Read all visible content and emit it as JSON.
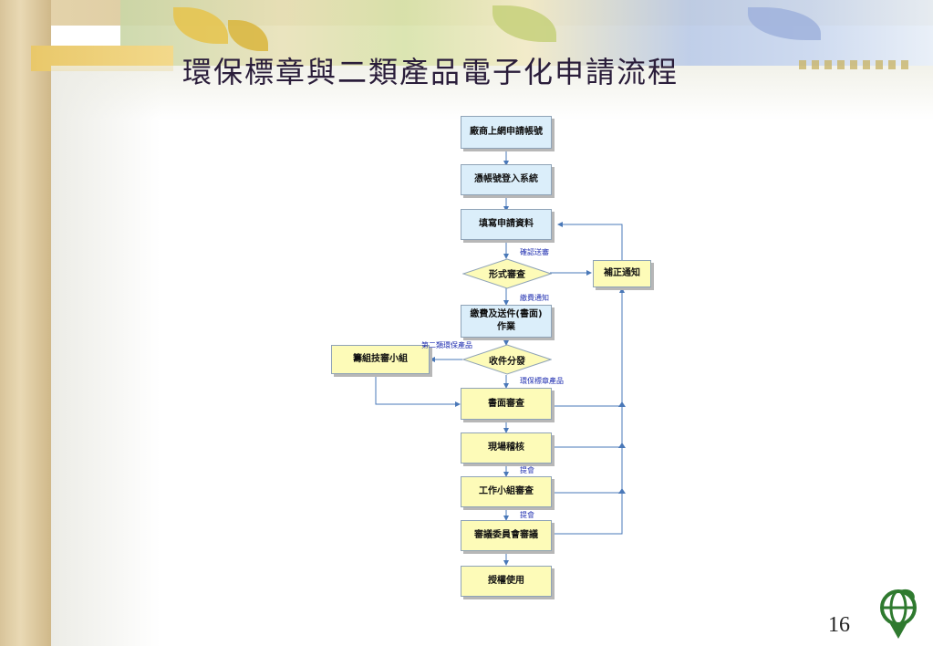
{
  "slide": {
    "title": "環保標章與二類產品電子化申請流程",
    "page_number": "16"
  },
  "flowchart": {
    "nodes": {
      "apply_account": "廠商上網申請帳號",
      "login": "憑帳號登入系統",
      "fill_form": "填寫申請資料",
      "formal_review": "形式審查",
      "correction_notice": "補正通知",
      "payment_line1": "繳費及送件(書面)",
      "payment_line2": "作業",
      "distribution": "收件分發",
      "tech_group": "籌組技審小組",
      "document_review": "書面審查",
      "site_audit": "現場稽核",
      "working_group": "工作小組審查",
      "committee": "審議委員會審議",
      "authorization": "授權使用"
    },
    "edge_labels": {
      "confirm_submit": "確認送審",
      "payment_notice": "繳費通知",
      "class2_product": "第二類環保產品",
      "ecolabel_product": "環保標章產品",
      "submit_meeting_1": "提會",
      "submit_meeting_2": "提會"
    }
  },
  "colors": {
    "blue_box": "#dbeefa",
    "yellow_box": "#fdfbb8",
    "edge": "#4a78b8",
    "label": "#1f2eb0"
  },
  "icons": {
    "logo": "green-mark-globe-logo"
  }
}
